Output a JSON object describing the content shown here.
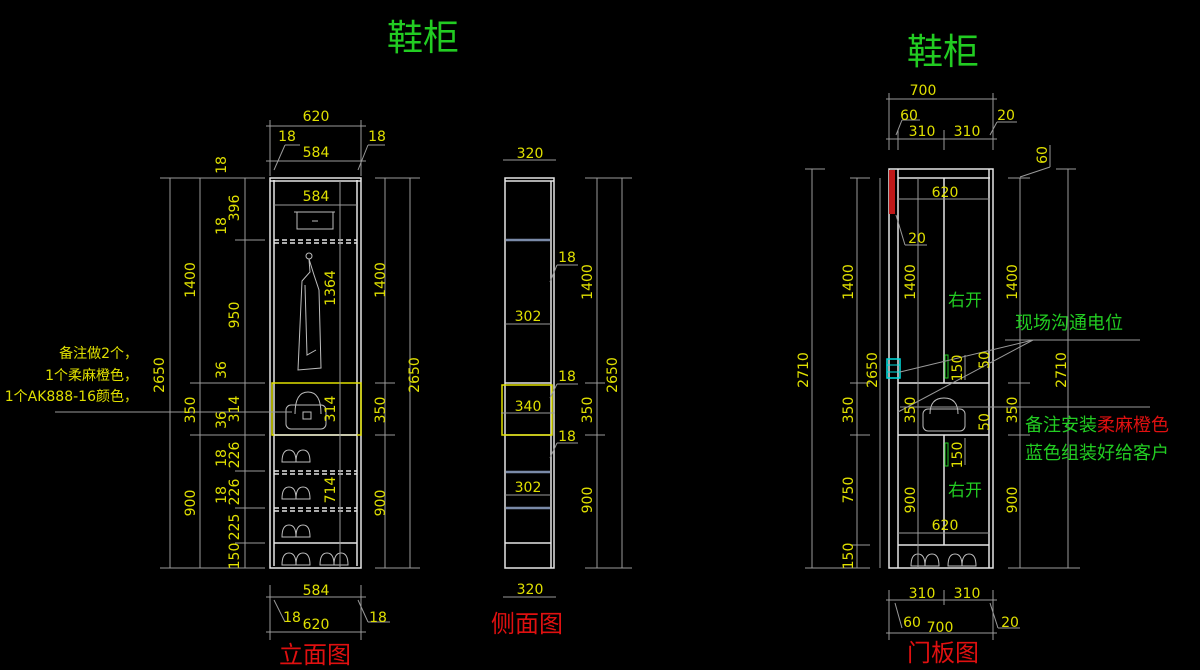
{
  "titles": {
    "elevation_title": "鞋柜",
    "door_title": "鞋柜"
  },
  "elevation": {
    "label": "立面图",
    "dims": [
      "620",
      "18",
      "18",
      "584",
      "584",
      "2650",
      "1400",
      "350",
      "900",
      "18",
      "396",
      "18",
      "950",
      "36",
      "314",
      "36",
      "226",
      "18",
      "226",
      "18",
      "225",
      "150",
      "1364",
      "314",
      "714",
      "1400",
      "350",
      "900",
      "2650",
      "584",
      "18",
      "620",
      "18"
    ],
    "note": [
      "备注做2个，",
      "1个柔麻橙色，",
      "1个AK888-16颜色，"
    ]
  },
  "side": {
    "label": "侧面图",
    "dims": [
      "320",
      "18",
      "302",
      "18",
      "340",
      "18",
      "302",
      "320",
      "1400",
      "350",
      "900",
      "2650"
    ]
  },
  "door": {
    "label": "门板图",
    "dims": [
      "700",
      "60",
      "20",
      "310",
      "310",
      "60",
      "620",
      "20",
      "2710",
      "1400",
      "350",
      "750",
      "150",
      "2650",
      "1400",
      "350",
      "900",
      "1400",
      "350",
      "900",
      "2710",
      "150",
      "50",
      "50",
      "150",
      "620",
      "310",
      "310",
      "60",
      "700",
      "20"
    ],
    "open_right_top": "右开",
    "open_right_bottom": "右开",
    "note_power": "现场沟通电位",
    "note_install_prefix": "备注安装",
    "note_install_color": "柔麻橙色",
    "note_install_line2": "蓝色组装好给客户"
  },
  "colors": {
    "background": "#000000",
    "dimension_text": "#e0e000",
    "title": "#22cc22",
    "label": "#e01010",
    "highlight": "#e0e000",
    "switch": "#00e0e0"
  }
}
